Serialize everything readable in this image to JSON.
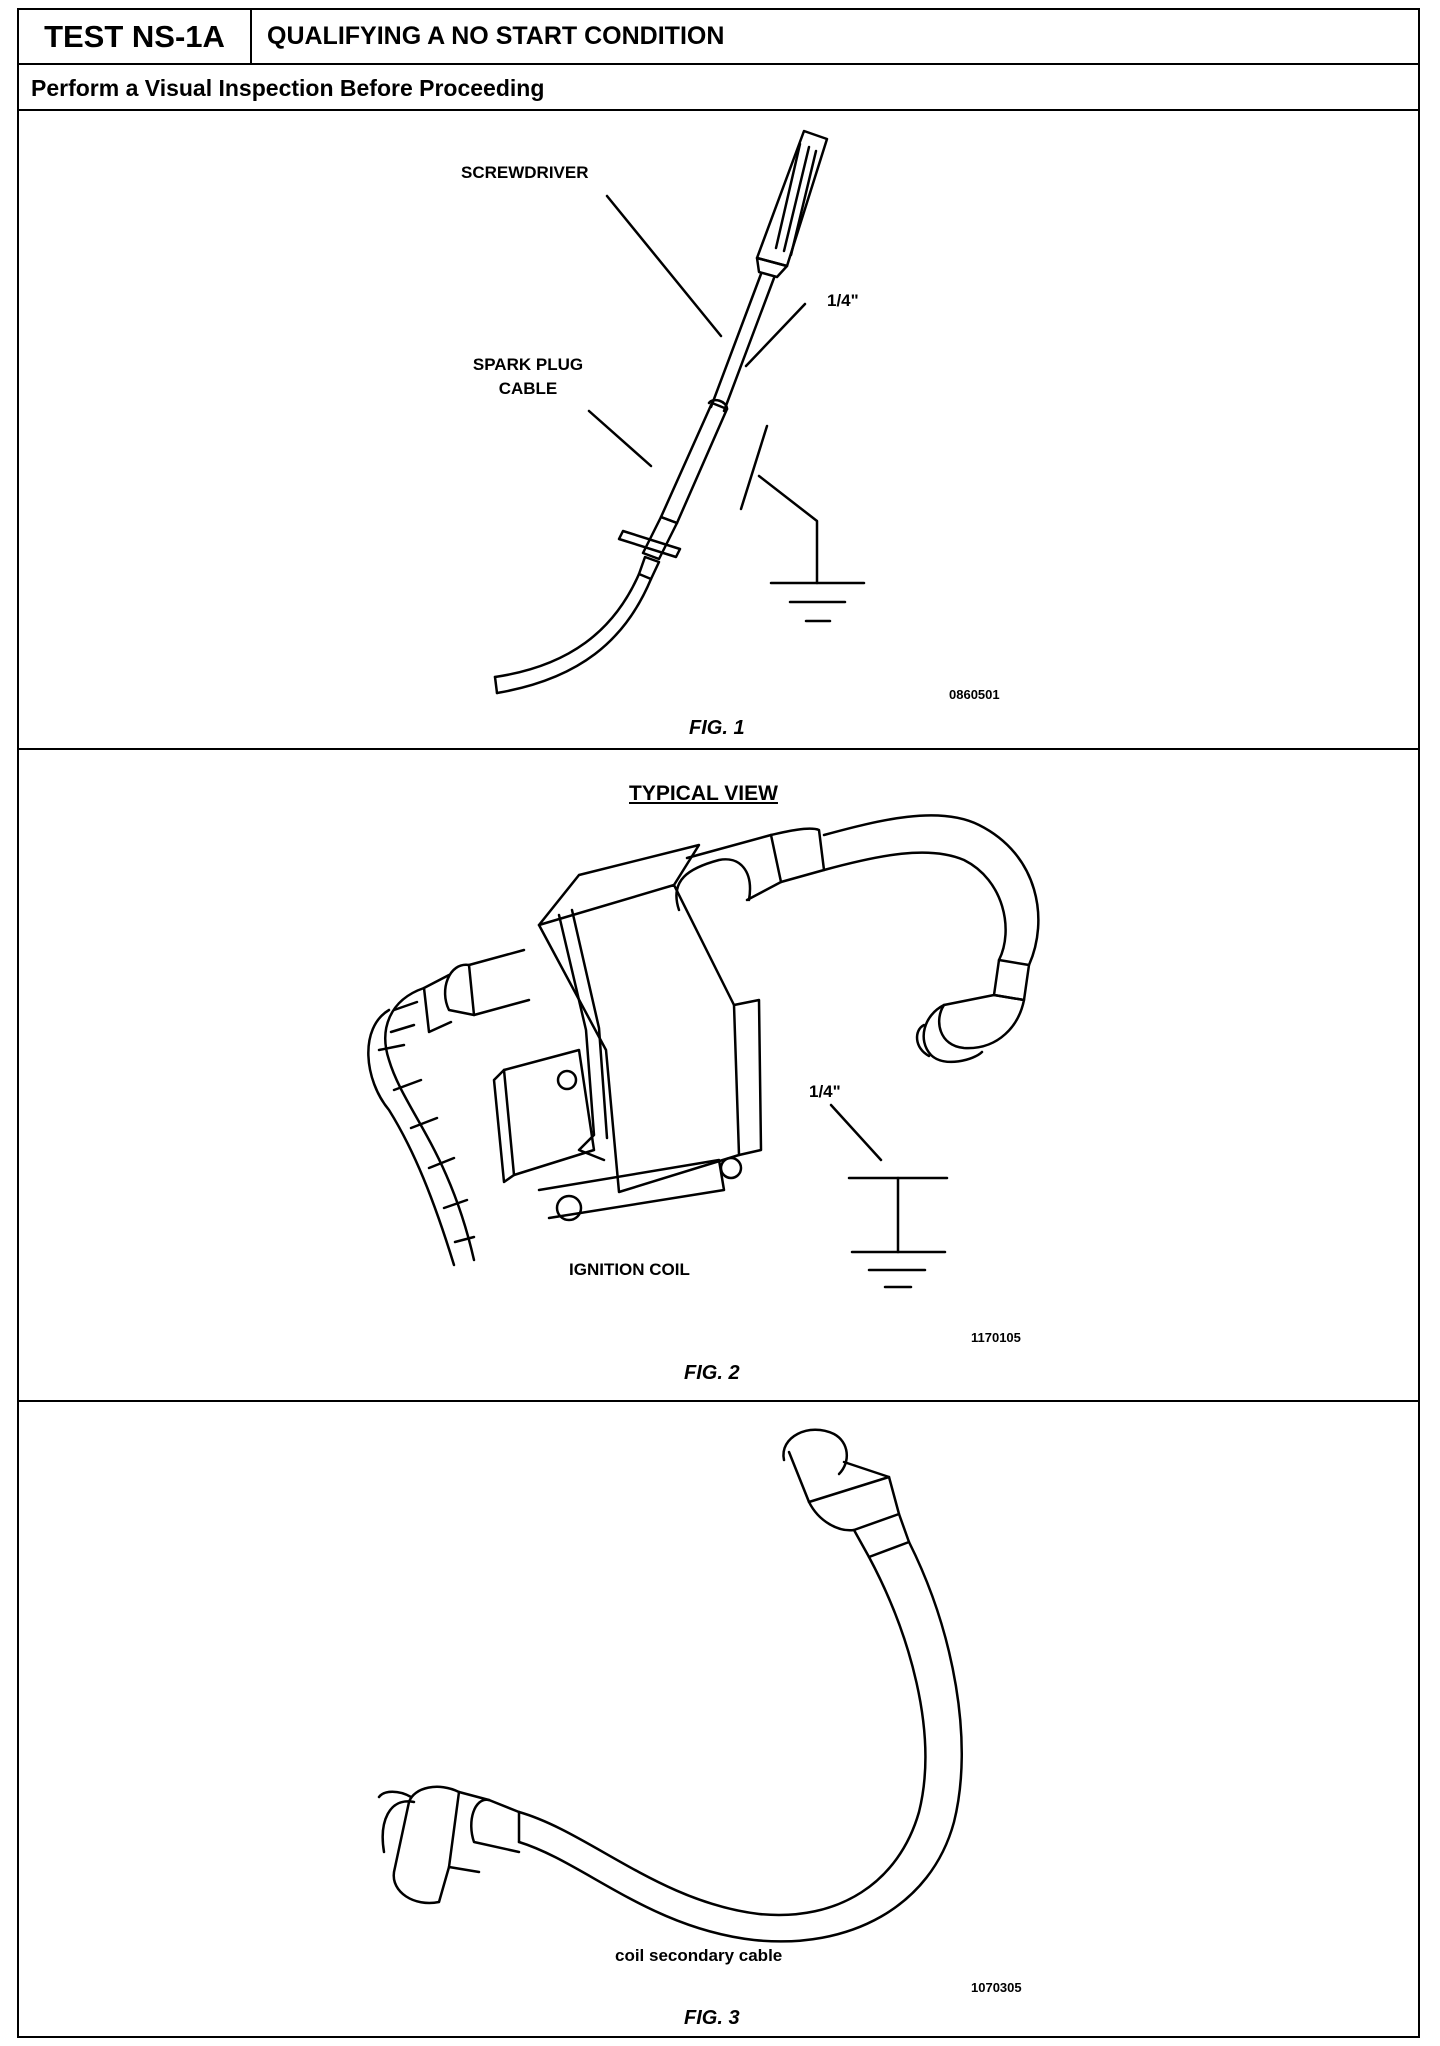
{
  "header": {
    "test_id": "TEST NS-1A",
    "title": "QUALIFYING A NO START CONDITION"
  },
  "subheader": {
    "text": "Perform a Visual Inspection Before Proceeding"
  },
  "figures": [
    {
      "caption": "FIG. 1",
      "code": "0860501",
      "labels": {
        "screwdriver": "SCREWDRIVER",
        "gap": "1/4\"",
        "cable_line1": "SPARK PLUG",
        "cable_line2": "CABLE"
      },
      "icons": [
        "screwdriver-icon",
        "spark-plug-cable-icon",
        "ground-symbol-icon"
      ]
    },
    {
      "caption": "FIG. 2",
      "code": "1170105",
      "heading": "TYPICAL VIEW",
      "labels": {
        "gap": "1/4\"",
        "coil": "IGNITION COIL"
      },
      "icons": [
        "ignition-coil-icon",
        "ground-symbol-icon"
      ]
    },
    {
      "caption": "FIG. 3",
      "code": "1070305",
      "labels": {
        "cable": "coil secondary cable"
      },
      "icons": [
        "coil-secondary-cable-icon"
      ]
    }
  ]
}
